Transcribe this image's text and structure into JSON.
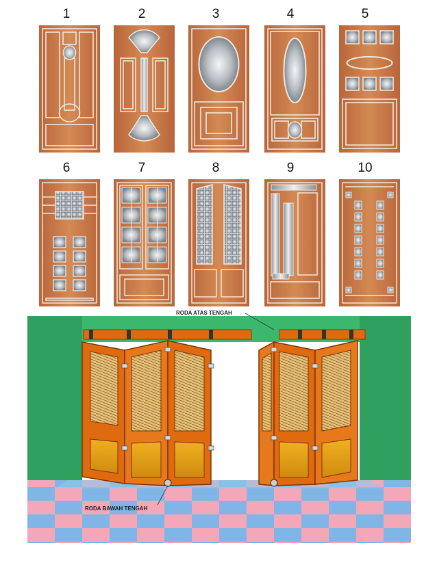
{
  "doors": [
    {
      "number": "1"
    },
    {
      "number": "2"
    },
    {
      "number": "3"
    },
    {
      "number": "4"
    },
    {
      "number": "5"
    },
    {
      "number": "6"
    },
    {
      "number": "7"
    },
    {
      "number": "8"
    },
    {
      "number": "9"
    },
    {
      "number": "10"
    }
  ],
  "illustration": {
    "top_label": "RODA ATAS TENGAH",
    "bottom_label": "RODA BAWAH TENGAH"
  },
  "colors": {
    "wood": "#c2703e",
    "wood_light": "#d48a55",
    "inlay": "#f2e8dc",
    "glass": "#b9bec4",
    "wall": "#3cb86e",
    "frame_orange": "#e06a10",
    "floor_pink": "#f4a7b9",
    "floor_blue": "#7fb6e6"
  }
}
